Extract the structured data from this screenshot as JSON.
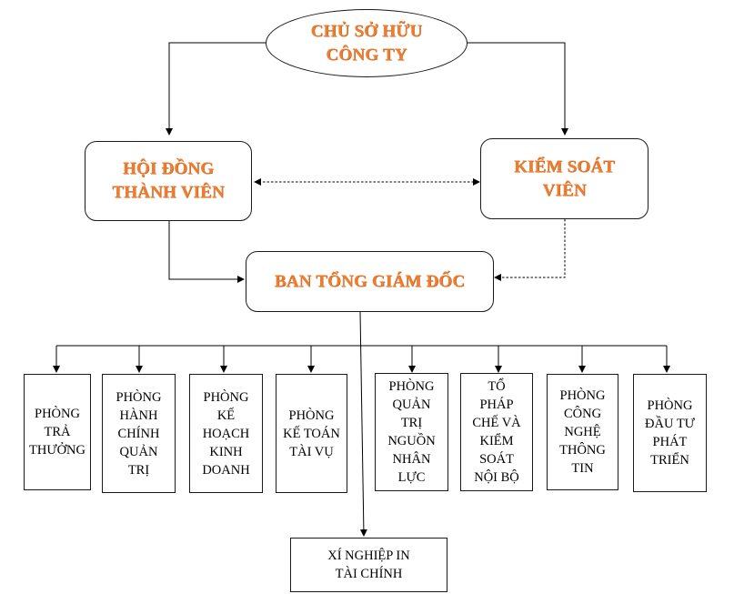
{
  "diagram": {
    "owner": {
      "line1": "CHỦ SỞ HỮU",
      "line2": "CÔNG TY"
    },
    "council": {
      "line1": "HỘI ĐỒNG",
      "line2": "THÀNH VIÊN"
    },
    "controller": {
      "line1": "KIỂM SOÁT",
      "line2": "VIÊN"
    },
    "board": {
      "label": "BAN TỔNG GIÁM ĐỐC"
    },
    "departments": [
      {
        "lines": [
          "PHÒNG",
          "TRẢ",
          "THƯỞNG"
        ]
      },
      {
        "lines": [
          "PHÒNG",
          "HÀNH",
          "CHÍNH",
          "QUẢN",
          "TRỊ"
        ]
      },
      {
        "lines": [
          "PHÒNG",
          "KẾ",
          "HOẠCH",
          "KINH",
          "DOANH"
        ]
      },
      {
        "lines": [
          "PHÒNG",
          "KẾ TOÁN",
          "TÀI VỤ"
        ]
      },
      {
        "lines": [
          "PHÒNG",
          "QUẢN",
          "TRỊ",
          "NGUỒN",
          "NHÂN",
          "LỰC"
        ]
      },
      {
        "lines": [
          "TỔ",
          "PHÁP",
          "CHẾ VÀ",
          "KIỂM",
          "SOÁT",
          "NỘI BỘ"
        ]
      },
      {
        "lines": [
          "PHÒNG",
          "CÔNG",
          "NGHỆ",
          "THÔNG",
          "TIN"
        ]
      },
      {
        "lines": [
          "PHÒNG",
          "ĐẦU TƯ",
          "PHÁT",
          "TRIỂN"
        ]
      }
    ],
    "factory": {
      "line1": "XÍ NGHIỆP IN",
      "line2": "TÀI CHÍNH"
    }
  },
  "colors": {
    "title_text": "#ED7D31",
    "dept_text": "#000000",
    "border": "#1a1a1a",
    "line": "#000000"
  }
}
